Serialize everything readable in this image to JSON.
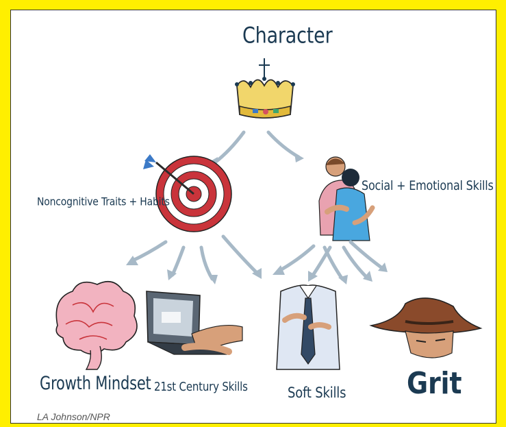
{
  "title": "Character",
  "labels": {
    "noncognitive": "Noncognitive Traits + Habits",
    "social": "Social + Emotional Skills",
    "growth": "Growth Mindset",
    "century": "21st Century Skills",
    "soft": "Soft Skills",
    "grit": "Grit"
  },
  "credit": "LA Johnson/NPR",
  "colors": {
    "frame": "#ffef00",
    "ink": "#1b3a52",
    "arrow": "#a7b9c7",
    "target_red": "#c9343b",
    "crown_gold": "#e2b93a"
  }
}
